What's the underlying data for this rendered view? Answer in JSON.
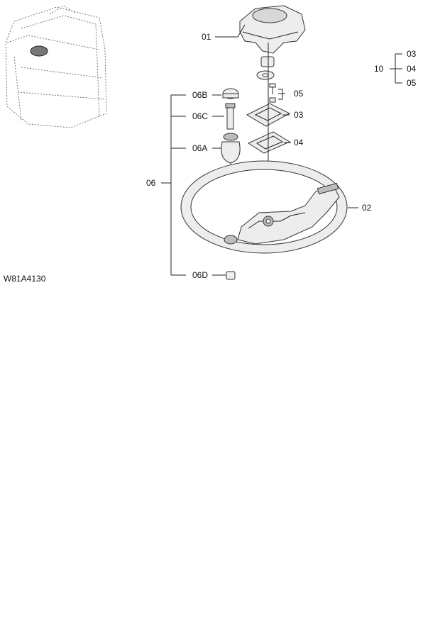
{
  "drawing_code": "W81A4130",
  "callouts": {
    "p01": "01",
    "p02": "02",
    "p03": "03",
    "p04": "04",
    "p05": "05",
    "p06": "06",
    "p06A": "06A",
    "p06B": "06B",
    "p06C": "06C",
    "p06D": "06D"
  },
  "kit_legend": {
    "kit": "10",
    "items": [
      "03",
      "04",
      "05"
    ]
  }
}
